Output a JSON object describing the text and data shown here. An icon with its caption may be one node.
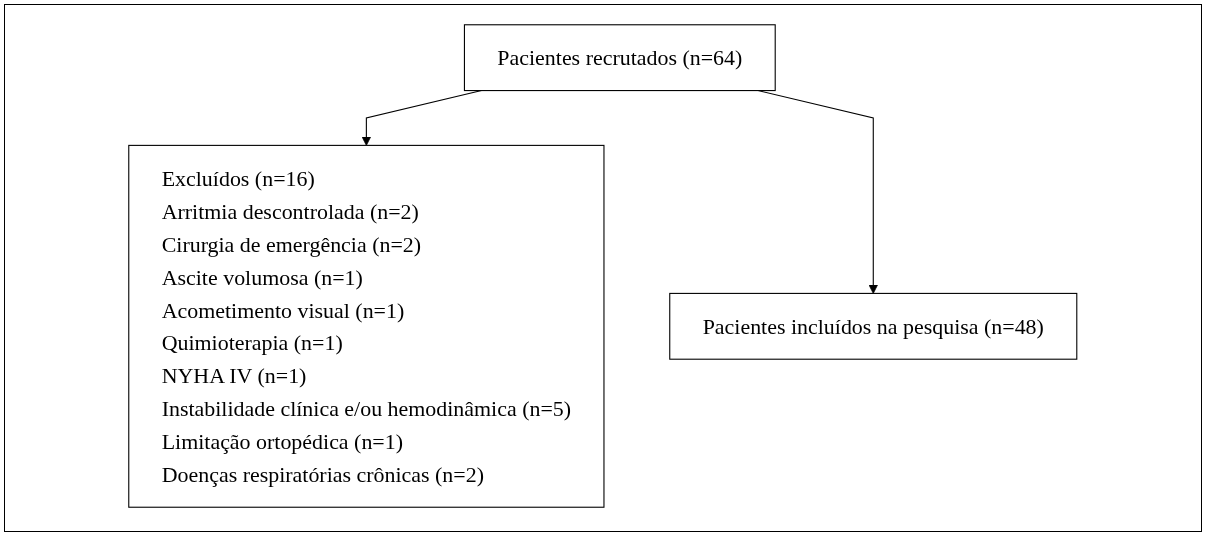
{
  "diagram": {
    "nodes": [
      {
        "text": [
          "Pacientes recrutados (n=64)"
        ]
      },
      {
        "text": [
          "Excluídos (n=16)",
          "Arritmia descontrolada (n=2)",
          "Cirurgia de emergência (n=2)",
          "Ascite volumosa (n=1)",
          "Acometimento visual (n=1)",
          "Quimioterapia (n=1)",
          "NYHA IV (n=1)",
          "Instabilidade clínica e/ou hemodinâmica (n=5)",
          "Limitação ortopédica (n=1)",
          "Doenças respiratórias crônicas (n=2)"
        ]
      },
      {
        "text": [
          "Pacientes incluídos na pesquisa (n=48)"
        ]
      }
    ],
    "edges": [
      {
        "from": 0,
        "to": 1,
        "arrow": "to"
      },
      {
        "from": 0,
        "to": 2,
        "arrow": "to"
      }
    ]
  }
}
